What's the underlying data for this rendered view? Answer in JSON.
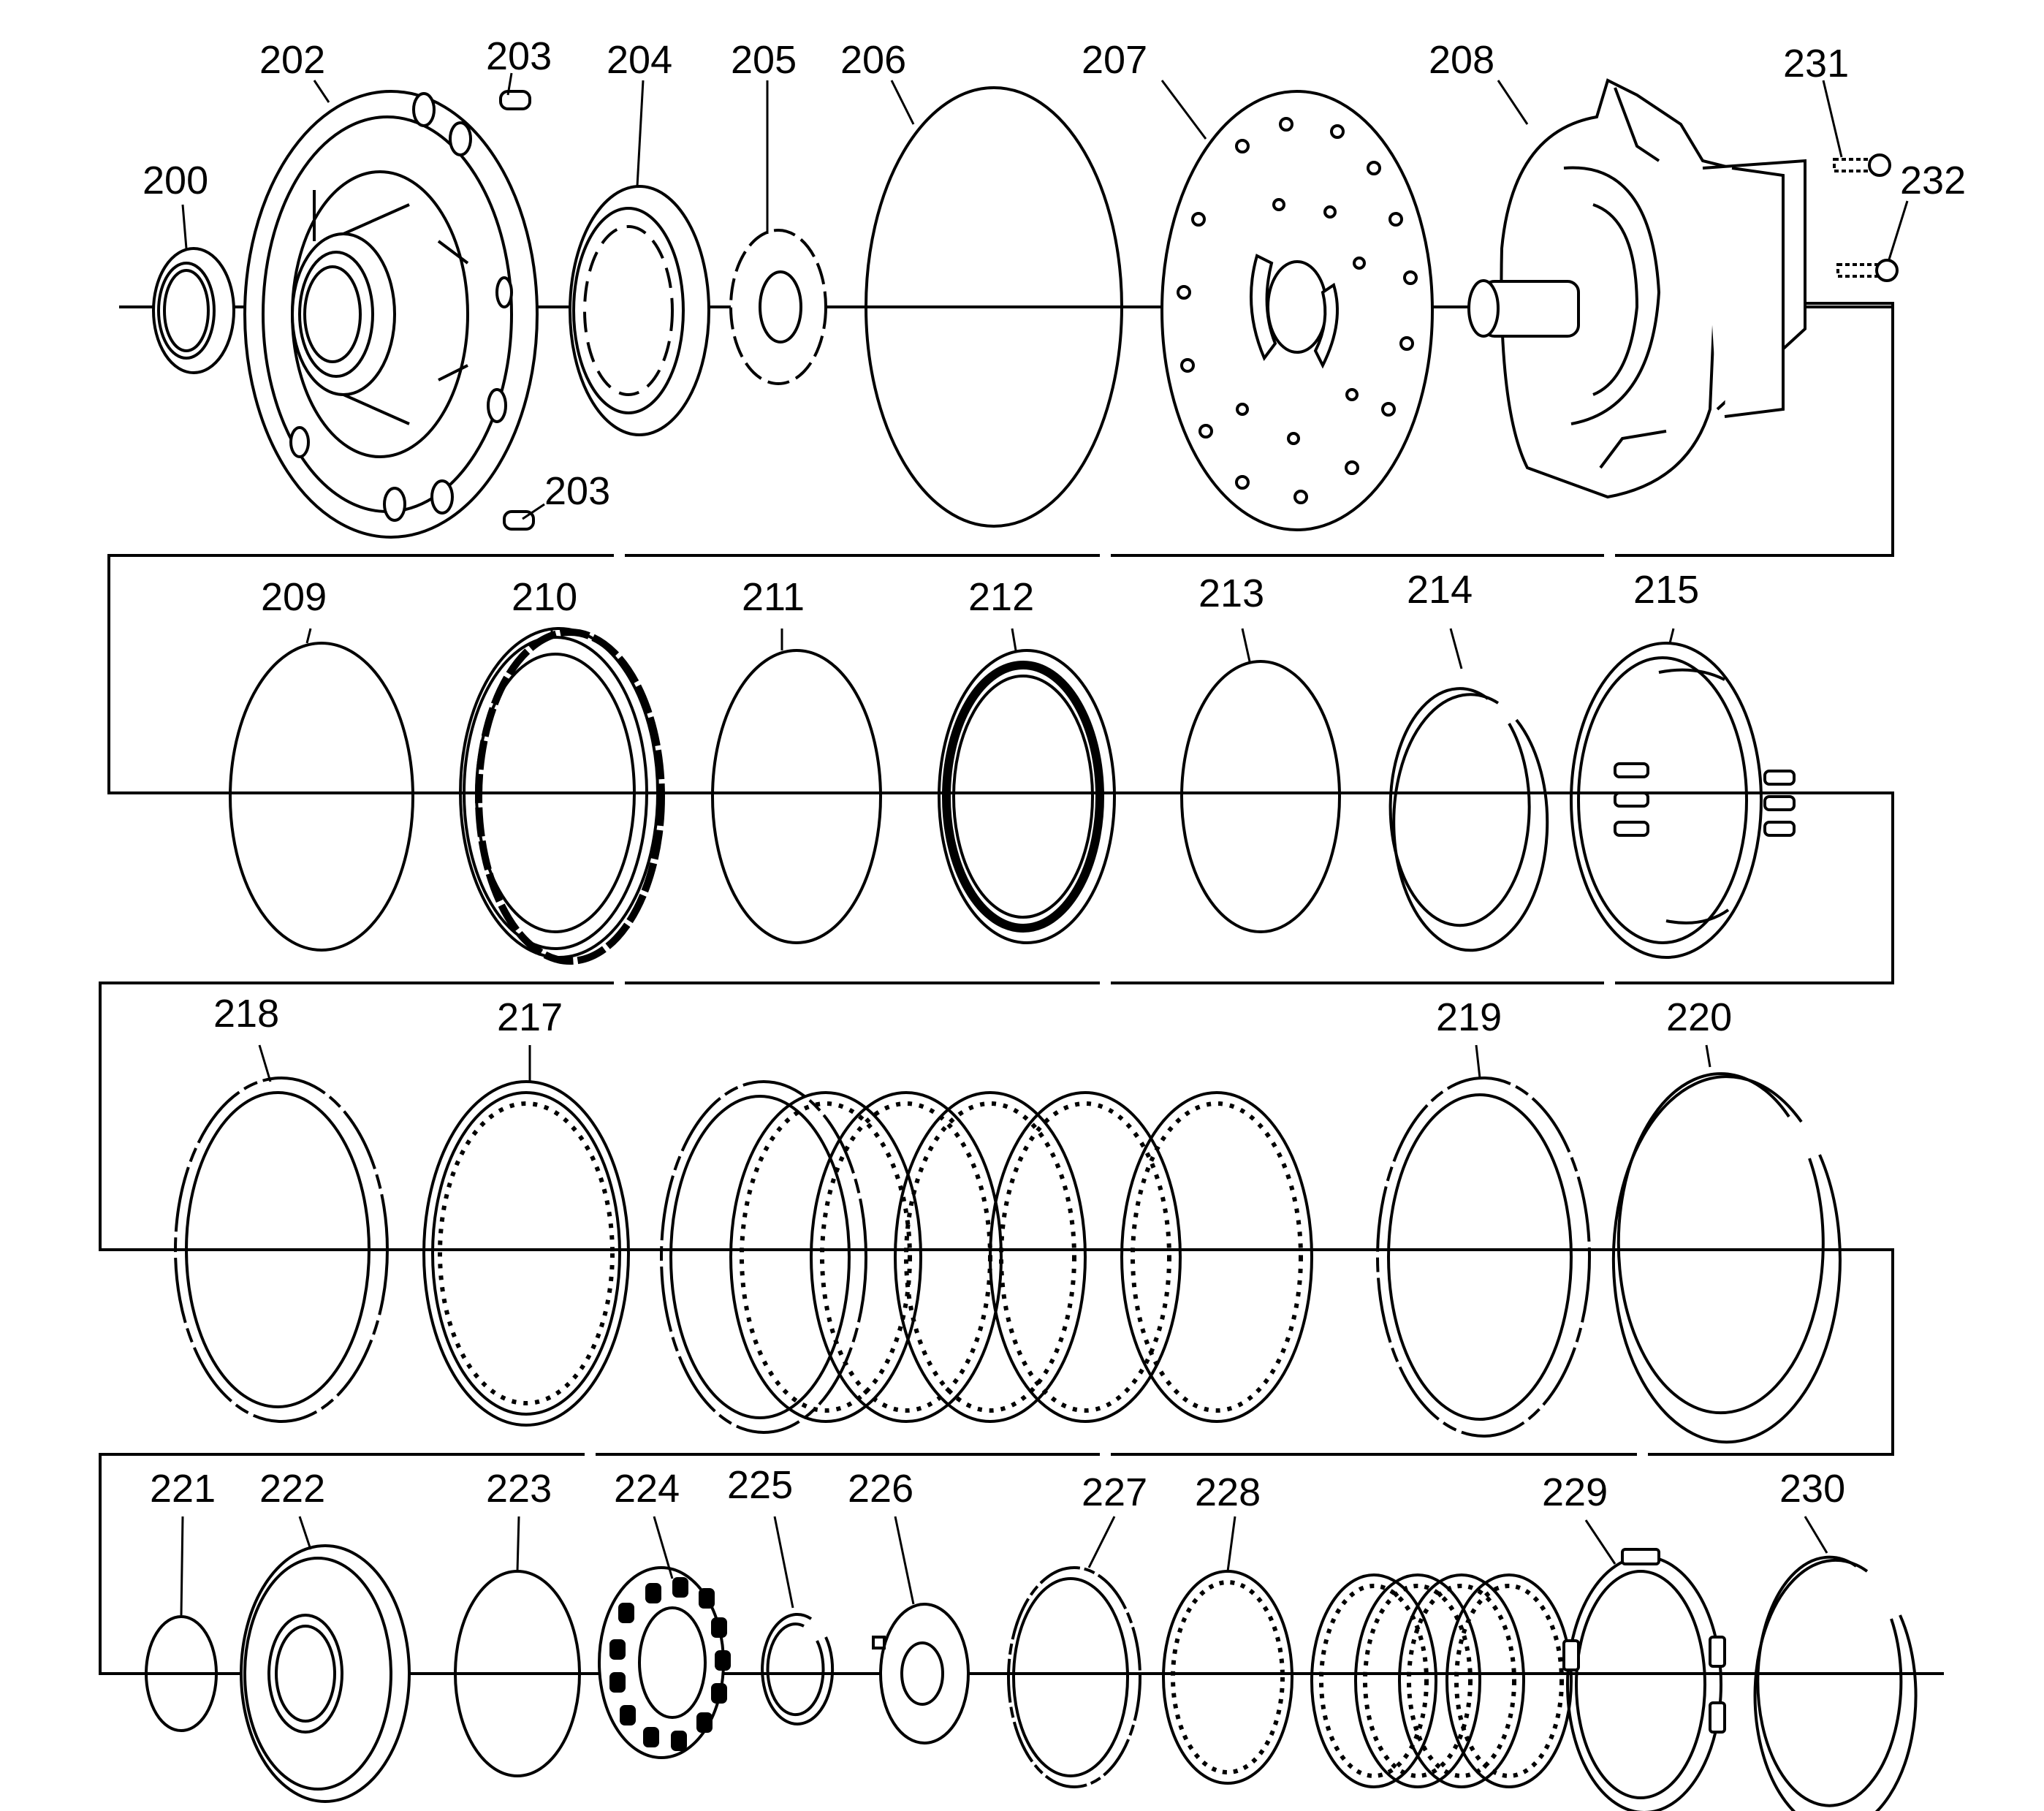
{
  "diagram": {
    "background": "#ffffff",
    "stroke_color": "#000000",
    "callouts": {
      "c200": "200",
      "c202": "202",
      "c203a": "203",
      "c203b": "203",
      "c204": "204",
      "c205": "205",
      "c206": "206",
      "c207": "207",
      "c208": "208",
      "c231": "231",
      "c232": "232",
      "c209": "209",
      "c210": "210",
      "c211": "211",
      "c212": "212",
      "c213": "213",
      "c214": "214",
      "c215": "215",
      "c218": "218",
      "c217": "217",
      "c219": "219",
      "c220": "220",
      "c221": "221",
      "c222": "222",
      "c223": "223",
      "c224": "224",
      "c225": "225",
      "c226": "226",
      "c227": "227",
      "c228": "228",
      "c229": "229",
      "c230": "230"
    }
  }
}
